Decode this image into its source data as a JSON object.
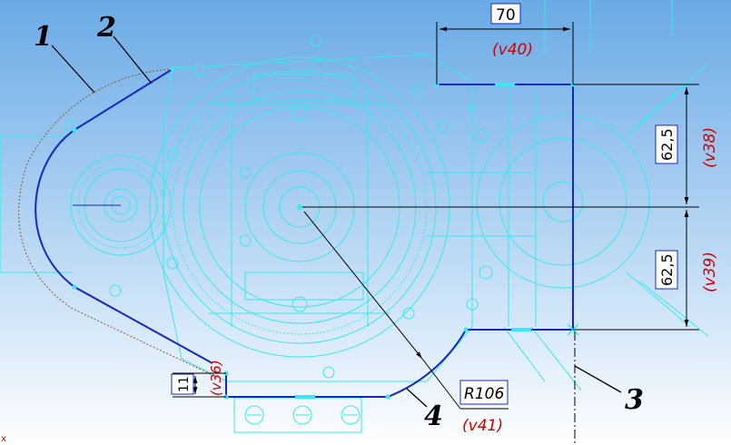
{
  "dimensions": {
    "d70": {
      "value": "70",
      "var": "(v40)"
    },
    "d62a": {
      "value": "62,5",
      "var": "(v38)"
    },
    "d62b": {
      "value": "62,5",
      "var": "(v39)"
    },
    "d11": {
      "value": "11",
      "var": "(v36)"
    },
    "r106": {
      "value": "R106",
      "var": "(v41)"
    }
  },
  "callouts": [
    "1",
    "2",
    "3",
    "4"
  ],
  "axis_letter": "x",
  "colors": {
    "background_top": "#7fb6ea",
    "background_bottom": "#ffffff",
    "cyan_lines": "#36e8f0",
    "contour_blue": "#1428c8",
    "dimension_red": "#d00000",
    "dotted_brown": "#8a5a2a"
  }
}
